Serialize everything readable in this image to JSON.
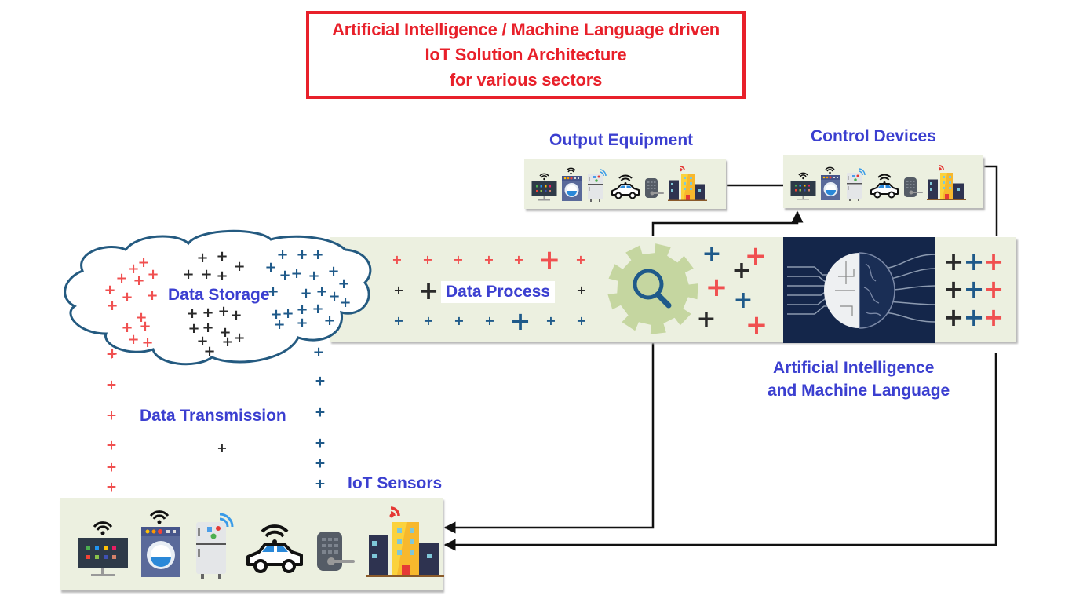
{
  "title": {
    "lines": [
      "Artificial Intelligence / Machine Language driven",
      "IoT Solution Architecture",
      "for various sectors"
    ],
    "color": "#e8202a"
  },
  "labels": {
    "output_equipment": "Output Equipment",
    "control_devices": "Control Devices",
    "data_storage": "Data Storage",
    "data_process": "Data Process",
    "data_transmission": "Data Transmission",
    "iot_sensors": "IoT Sensors",
    "ai_ml_line1": "Artificial Intelligence",
    "ai_ml_line2": "and Machine Language"
  },
  "colors": {
    "label_blue": "#3b3fd0",
    "plus_red": "#f05050",
    "plus_black": "#2a2a2a",
    "plus_blue": "#1f5a8a",
    "panel_bg": "#ecf0e0",
    "ai_panel": "#14264a",
    "gear": "#c5d6a0"
  },
  "device_icons": [
    "smart-tv-icon",
    "washing-machine-icon",
    "refrigerator-icon",
    "connected-car-icon",
    "smart-lock-icon",
    "smart-building-icon"
  ],
  "plus_symbol": "+"
}
